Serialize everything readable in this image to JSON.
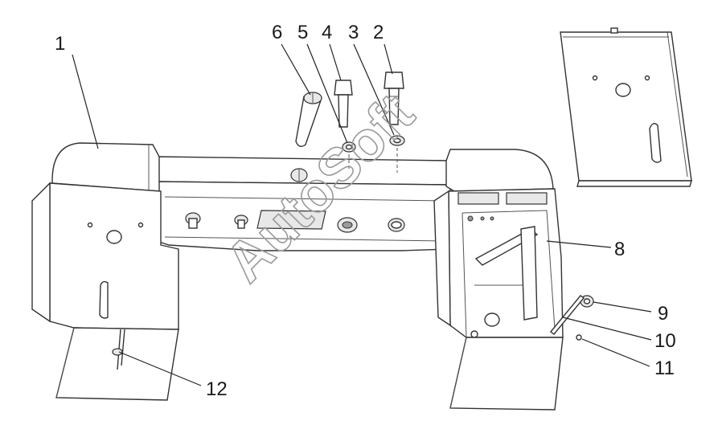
{
  "watermark": "AutoSoft",
  "callouts": [
    {
      "id": "1",
      "text": "1"
    },
    {
      "id": "2",
      "text": "2"
    },
    {
      "id": "3",
      "text": "3"
    },
    {
      "id": "4",
      "text": "4"
    },
    {
      "id": "5",
      "text": "5"
    },
    {
      "id": "6",
      "text": "6"
    },
    {
      "id": "8",
      "text": "8"
    },
    {
      "id": "9",
      "text": "9"
    },
    {
      "id": "10",
      "text": "10"
    },
    {
      "id": "11",
      "text": "11"
    },
    {
      "id": "12",
      "text": "12"
    }
  ]
}
